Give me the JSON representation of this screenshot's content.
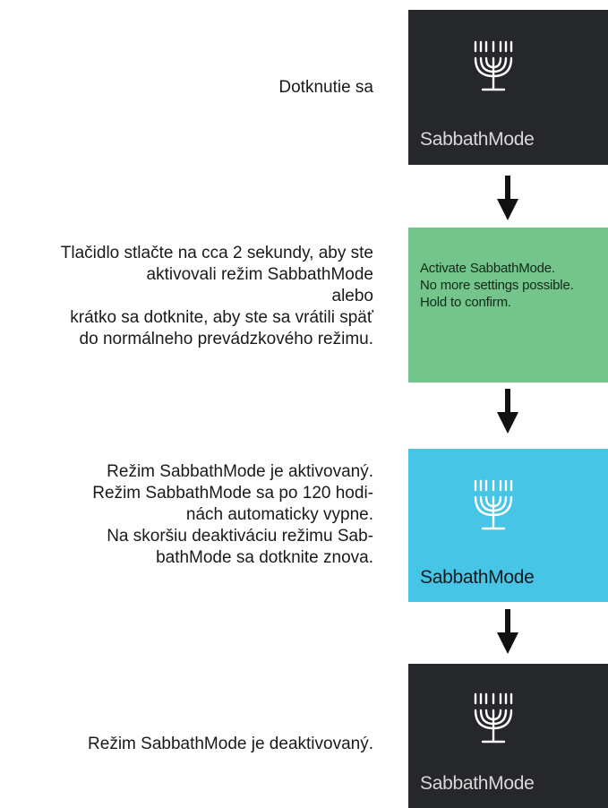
{
  "steps": [
    {
      "text_lines": [
        "Dotknutie sa"
      ],
      "panel": {
        "style": "dark",
        "icon": "menorah-icon",
        "label": "SabbathMode"
      }
    },
    {
      "text_lines": [
        "Tlačidlo stlačte na cca 2 sekundy, aby ste",
        "aktivovali režim SabbathMode",
        "alebo",
        "krátko sa dotknite, aby ste sa vrátili späť",
        "do normálneho prevádzkového režimu."
      ],
      "panel": {
        "style": "green",
        "message_lines": [
          "Activate SabbathMode.",
          "No more settings possible.",
          "Hold to confirm."
        ]
      }
    },
    {
      "text_lines": [
        "Režim SabbathMode je aktivovaný.",
        "Režim SabbathMode sa po 120 hodi-",
        "nách automaticky vypne.",
        "Na skoršiu deaktiváciu režimu Sab-",
        "bathMode sa dotknite znova."
      ],
      "panel": {
        "style": "blue",
        "icon": "menorah-icon",
        "label": "SabbathMode"
      }
    },
    {
      "text_lines": [
        "Režim SabbathMode je deaktivovaný."
      ],
      "panel": {
        "style": "dark",
        "icon": "menorah-icon",
        "label": "SabbathMode"
      }
    }
  ],
  "arrows": [
    "arrow-down-icon",
    "arrow-down-icon",
    "arrow-down-icon"
  ],
  "colors": {
    "dark_panel": "#26272a",
    "green_panel": "#74c58b",
    "blue_panel": "#46c5e6",
    "text": "#1a1a1a"
  }
}
